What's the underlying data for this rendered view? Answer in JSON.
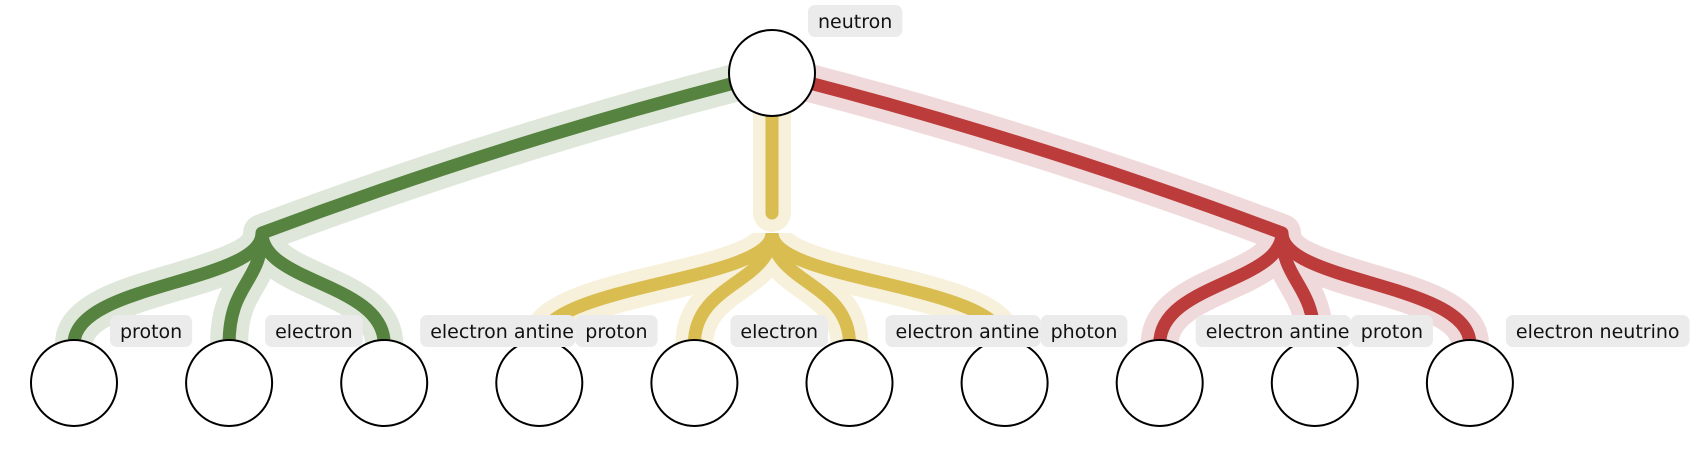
{
  "diagram": {
    "type": "tree",
    "root": {
      "id": "root",
      "label": "neutron"
    },
    "groups": [
      {
        "name": "green",
        "color": "#56833f",
        "halo_color": "#dfe7da",
        "children": [
          {
            "id": "c0",
            "label": "proton"
          },
          {
            "id": "c1",
            "label": "electron"
          },
          {
            "id": "c2",
            "label": "electron antineutrino"
          }
        ]
      },
      {
        "name": "yellow",
        "color": "#d9bd50",
        "halo_color": "#f7f0da",
        "children": [
          {
            "id": "c3",
            "label": "proton"
          },
          {
            "id": "c4",
            "label": "electron"
          },
          {
            "id": "c5",
            "label": "electron antineutrino"
          },
          {
            "id": "c6",
            "label": "photon"
          }
        ]
      },
      {
        "name": "red",
        "color": "#bb3c3a",
        "halo_color": "#f0d9da",
        "children": [
          {
            "id": "c7",
            "label": "electron antineutrino"
          },
          {
            "id": "c8",
            "label": "proton"
          },
          {
            "id": "c9",
            "label": "electron neutrino"
          }
        ]
      }
    ]
  }
}
